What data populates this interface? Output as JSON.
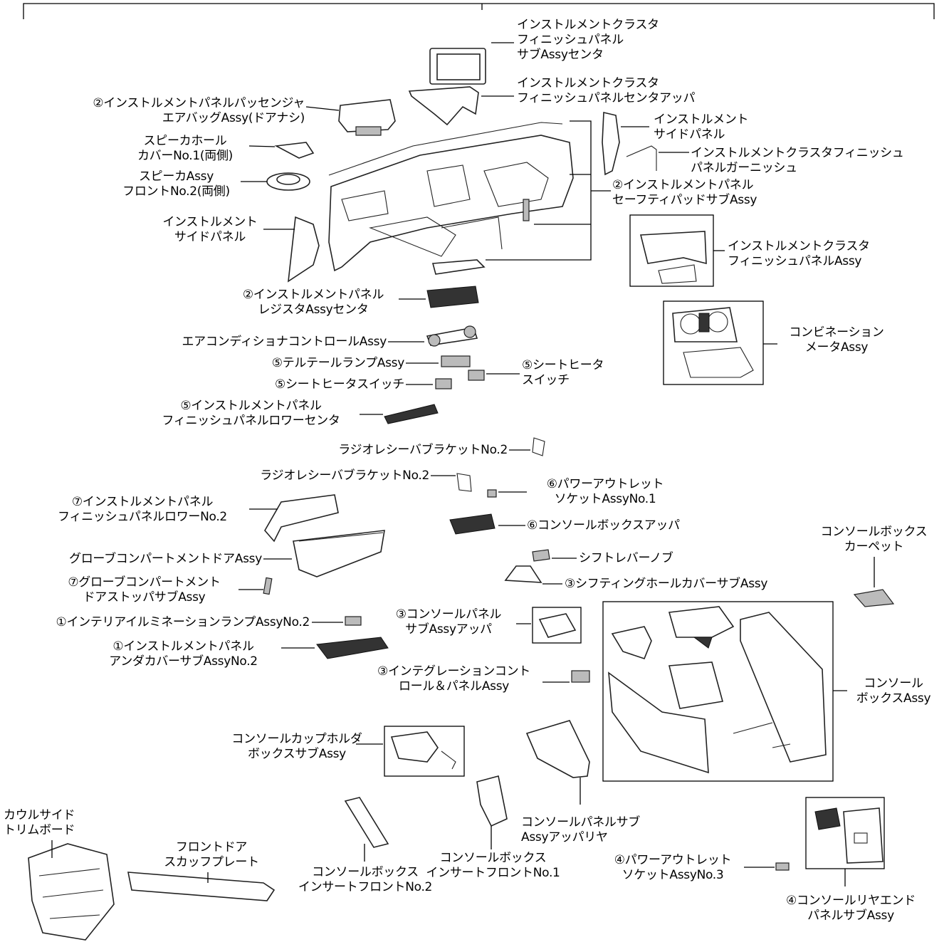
{
  "labels": {
    "cluster_finish_center": "インストルメントクラスタ\nフィニッシュパネル\nサブAssyセンタ",
    "cluster_finish_center_upper": "インストルメントクラスタ\nフィニッシュパネルセンタアッパ",
    "passenger_airbag": "②インストルメントパネルパッセンジャ\nエアバッグAssy(ドアナシ)",
    "speaker_hole_cover": "スピーカホール\nカバーNo.1(両側)",
    "speaker_front": "スピーカAssy\nフロントNo.2(両側)",
    "side_panel_right": "インストルメント\nサイドパネル",
    "cluster_garnish": "インストルメントクラスタフィニッシュ\nパネルガーニッシュ",
    "safety_pad": "②インストルメントパネル\nセーフティパッドサブAssy",
    "side_panel_left": "インストルメント\nサイドパネル",
    "cluster_finish_assy": "インストルメントクラスタ\nフィニッシュパネルAssy",
    "register_center": "②インストルメントパネル\nレジスタAssyセンタ",
    "combination_meter": "コンビネーション\nメータAssy",
    "ac_control": "エアコンディショナコントロールAssy",
    "telltale_lamp": "⑤テルテールランプAssy",
    "seat_heater_switch_r": "⑤シートヒータ\nスイッチ",
    "seat_heater_switch": "⑤シートヒータスイッチ",
    "finish_lower_center": "⑤インストルメントパネル\nフィニッシュパネルロワーセンタ",
    "radio_bracket_1": "ラジオレシーバブラケットNo.2",
    "radio_bracket_2": "ラジオレシーバブラケットNo.2",
    "power_outlet_1": "⑥パワーアウトレット\nソケットAssyNo.1",
    "finish_lower_no2": "⑦インストルメントパネル\nフィニッシュパネルロワーNo.2",
    "console_box_upper": "⑥コンソールボックスアッパ",
    "console_box_carpet": "コンソールボックス\nカーペット",
    "glove_door": "グローブコンパートメントドアAssy",
    "shift_knob": "シフトレバーノブ",
    "glove_stopper": "⑦グローブコンパートメント\nドアストッパサブAssy",
    "shifting_hole_cover": "③シフティングホールカバーサブAssy",
    "interior_lamp": "①インテリアイルミネーションランプAssyNo.2",
    "console_panel_upper": "③コンソールパネル\nサブAssyアッパ",
    "under_cover": "①インストルメントパネル\nアンダカバーサブAssyNo.2",
    "integration_control": "③インテグレーションコント\nロール＆パネルAssy",
    "console_box_assy": "コンソール\nボックスAssy",
    "cup_holder": "コンソールカップホルダ\nボックスサブAssy",
    "cowl_side": "カウルサイド\nトリムボード",
    "console_panel_upper_rear": "コンソールパネルサブ\nAssyアッパリヤ",
    "front_door_scuff": "フロントドア\nスカッフプレート",
    "insert_front_no1": "コンソールボックス\nインサートフロントNo.1",
    "power_outlet_3": "④パワーアウトレット\nソケットAssyNo.3",
    "insert_front_no2": "コンソールボックス\nインサートフロントNo.2",
    "rear_end_panel": "④コンソールリヤエンド\nパネルサブAssy"
  }
}
